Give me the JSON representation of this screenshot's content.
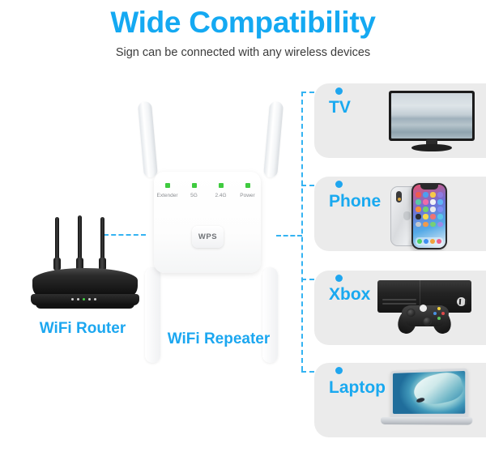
{
  "header": {
    "title": "Wide Compatibility",
    "subtitle": "Sign can be connected with any wireless devices",
    "title_color": "#14a9f2"
  },
  "devices": {
    "router": {
      "label": "WiFi Router",
      "label_color": "#1ca7f0",
      "antenna_count": 3
    },
    "repeater": {
      "label": "WiFi Repeater",
      "label_color": "#1ca7f0",
      "wps_button": "WPS",
      "led_color": "#3fcb3f",
      "leds": [
        {
          "name": "Extender"
        },
        {
          "name": "5G"
        },
        {
          "name": "2.4G"
        },
        {
          "name": "Power"
        }
      ]
    }
  },
  "connection": {
    "line_color": "#34b3f2",
    "dot_color": "#1fa6ef",
    "style": "dashed"
  },
  "panels": [
    {
      "label": "TV",
      "art": "television-art"
    },
    {
      "label": "Phone",
      "art": "smartphone-art"
    },
    {
      "label": "Xbox",
      "art": "game-console-art"
    },
    {
      "label": "Laptop",
      "art": "laptop-art"
    }
  ],
  "panel_background": "#ebebeb"
}
